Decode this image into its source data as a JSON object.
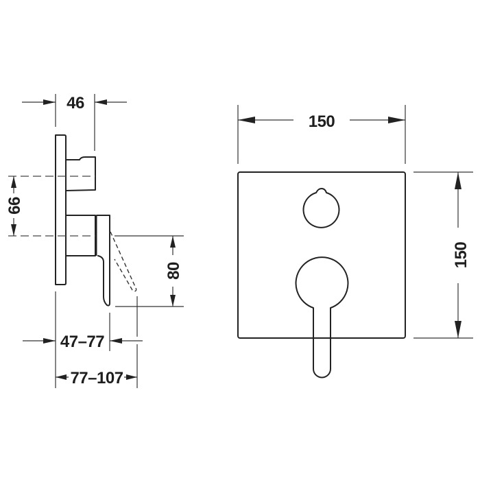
{
  "drawing": {
    "type": "technical-dimension-drawing",
    "subject": "concealed shower mixer trim with diverter and single lever",
    "units": "mm",
    "colors": {
      "line": "#222222",
      "background": "#ffffff"
    }
  },
  "side_view": {
    "dimensions": {
      "depth_top": "46",
      "spacing_vertical": "66",
      "lever_height": "80",
      "projection_range_1": "47–77",
      "projection_range_2": "77–107"
    }
  },
  "front_view": {
    "dimensions": {
      "width": "150",
      "height": "150"
    }
  }
}
